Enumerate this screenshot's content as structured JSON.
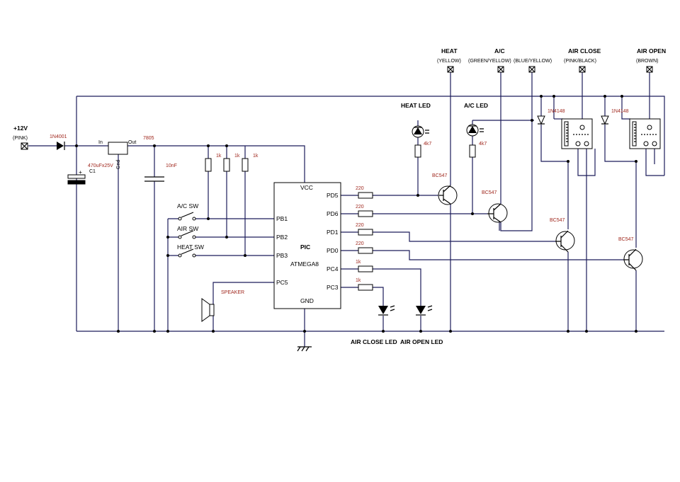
{
  "power": {
    "label": "+12V",
    "color": "(PINK)"
  },
  "diode_main": "1N4001",
  "cap_c1": {
    "value": "470uFx25V",
    "ref": "C1"
  },
  "regulator": {
    "part": "7805",
    "in": "In",
    "out": "Out",
    "gnd": "Gnd"
  },
  "cap_10n": "10nF",
  "pullups": [
    "1k",
    "1k",
    "1k"
  ],
  "switches": [
    "A/C SW",
    "AIR SW",
    "HEAT SW"
  ],
  "speaker": "SPEAKER",
  "mcu": {
    "name": "PIC",
    "part": "ATMEGA8",
    "vcc": "VCC",
    "gnd": "GND",
    "left_pins": [
      "PB1",
      "PB2",
      "PB3",
      "PC5"
    ],
    "right_pins": [
      "PD5",
      "PD6",
      "PD1",
      "PD0",
      "PC4",
      "PC3"
    ]
  },
  "resistors": [
    "220",
    "220",
    "220",
    "220",
    "1k",
    "1k"
  ],
  "leds": {
    "heat": {
      "label": "HEAT LED",
      "r": "4k7"
    },
    "ac": {
      "label": "A/C LED",
      "r": "4k7"
    },
    "air_close": "AIR CLOSE LED",
    "air_open": "AIR OPEN LED"
  },
  "transistors": [
    "BC547",
    "BC547",
    "BC547",
    "BC547"
  ],
  "relay_diodes": [
    "1N4148",
    "1N4148"
  ],
  "outputs": {
    "heat": {
      "label": "HEAT",
      "color": "(YELLOW)"
    },
    "ac": {
      "label": "A/C",
      "color1": "(GREEN/YELLOW)",
      "color2": "(BLUE/YELLOW)"
    },
    "air_close": {
      "label": "AIR CLOSE",
      "color": "(PINK/BLACK)"
    },
    "air_open": {
      "label": "AIR OPEN",
      "color": "(BROWN)"
    }
  }
}
